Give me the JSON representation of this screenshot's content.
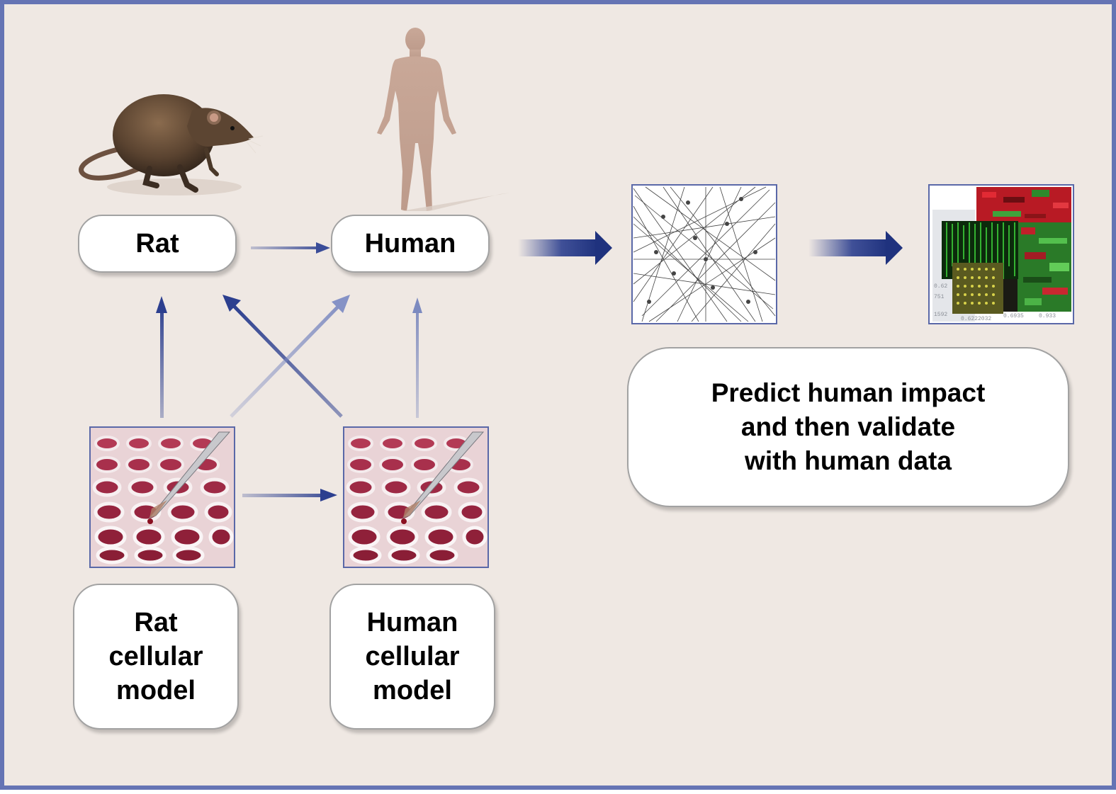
{
  "nodes": {
    "rat": "Rat",
    "human": "Human",
    "rat_cellular": "Rat\ncellular\nmodel",
    "human_cellular": "Human\ncellular\nmodel",
    "predict": "Predict human impact\nand then validate\nwith human data"
  },
  "colors": {
    "frame_border": "#6574b4",
    "background": "#efe8e3",
    "arrow_blue": "#2c3f8f"
  },
  "icons": [
    "rat-illustration",
    "human-silhouette",
    "well-plate-pipette",
    "network-graph",
    "heatmap-microarray"
  ]
}
